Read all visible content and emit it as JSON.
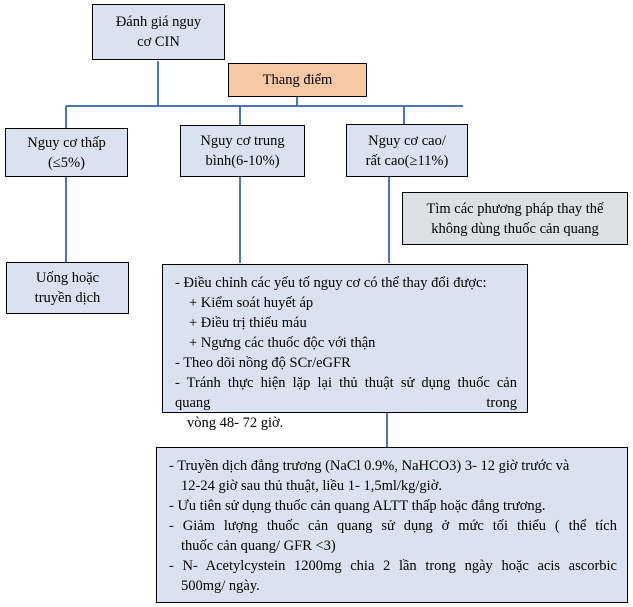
{
  "diagram": {
    "title": "Đánh giá nguy cơ CIN — lưu đồ",
    "colors": {
      "node_fill": "#dae2f0",
      "accent_fill": "#f6c9a4",
      "gray_fill": "#dcdfe4",
      "border": "#000000",
      "connector": "#4a77b4"
    },
    "nodes": {
      "root": {
        "lines": [
          "Đánh giá nguy",
          "cơ CIN"
        ]
      },
      "score": {
        "label": "Thang điểm"
      },
      "risk_low": {
        "lines": [
          "Nguy cơ thấp",
          "(≤5%)"
        ]
      },
      "risk_medium": {
        "lines": [
          "Nguy cơ trung",
          "bình(6-10%)"
        ]
      },
      "risk_high": {
        "lines": [
          "Nguy cơ cao/",
          "rất cao(≥11%)"
        ]
      },
      "alternative": {
        "lines": [
          "Tìm các phương pháp thay thế",
          "không dùng thuốc cản quang"
        ]
      },
      "hydration_oral": {
        "lines": [
          "Uống hoặc",
          "truyền dịch"
        ]
      },
      "management": {
        "lines": [
          "- Điều chỉnh các yếu tố nguy cơ có thể thay đổi được:",
          "+ Kiểm soát huyết áp",
          "+ Điều trị thiếu máu",
          "+ Ngưng các thuốc độc với thận",
          "- Theo dõi nồng độ SCr/eGFR",
          "- Tránh thực hiện lặp lại thủ thuật sử dụng thuốc cản quang trong",
          "vòng 48- 72 giờ."
        ]
      },
      "protocol": {
        "lines": [
          "- Truyền dịch đẳng trương (NaCl 0.9%, NaHCO3) 3- 12 giờ trước và",
          "12-24 giờ sau thủ thuật, liều 1- 1,5ml/kg/giờ.",
          "- Ưu tiên sử dụng thuốc cản quang ALTT thấp hoặc đẳng trương.",
          "- Giảm lượng thuốc cản quang sử dụng ở mức tối thiểu ( thể tích",
          "thuốc cản quang/ GFR <3)",
          "- N- Acetylcystein 1200mg chia 2 lần trong ngày hoặc acis ascorbic",
          "500mg/ ngày."
        ]
      }
    }
  }
}
